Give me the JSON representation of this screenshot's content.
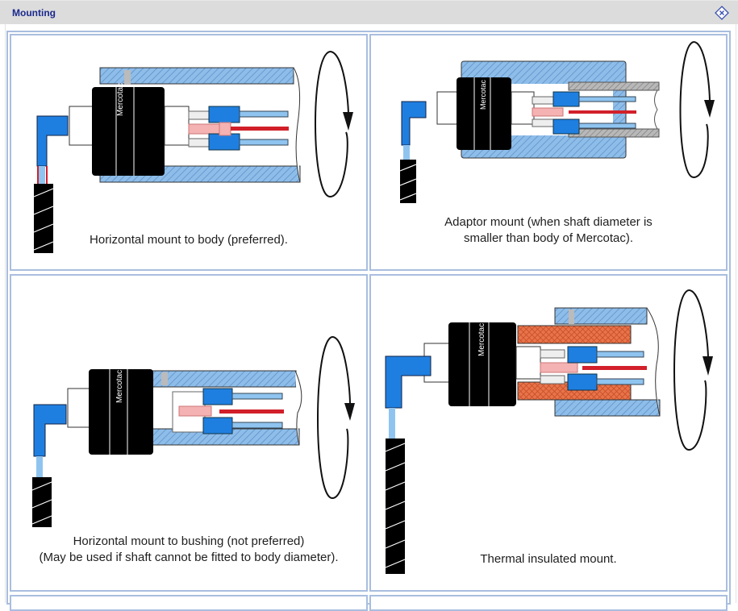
{
  "panel": {
    "title": "Mounting",
    "collapse_icon": "diamond-collapse-icon"
  },
  "colors": {
    "title_text": "#1a2a8c",
    "header_bg": "#dcdcdc",
    "cell_border": "#a9bedf",
    "housing_blue": "#7fb0e6",
    "connector_blue": "#1f7fe0",
    "wire_red": "#d2202a",
    "wire_lightblue": "#8fc4f0",
    "terminal_pink": "#f4b2b2",
    "insulation_orange": "#e8744a"
  },
  "figures": [
    {
      "id": "body",
      "caption_lines": [
        "Horizontal mount to body (preferred)."
      ]
    },
    {
      "id": "adaptor",
      "caption_lines": [
        "Adaptor mount (when shaft diameter is",
        "smaller than body of Mercotac)."
      ]
    },
    {
      "id": "bushing",
      "caption_lines": [
        "Horizontal mount to bushing (not preferred)",
        "(May be used if shaft cannot be fitted to body diameter)."
      ]
    },
    {
      "id": "thermal",
      "caption_lines": [
        "Thermal insulated mount."
      ]
    }
  ]
}
